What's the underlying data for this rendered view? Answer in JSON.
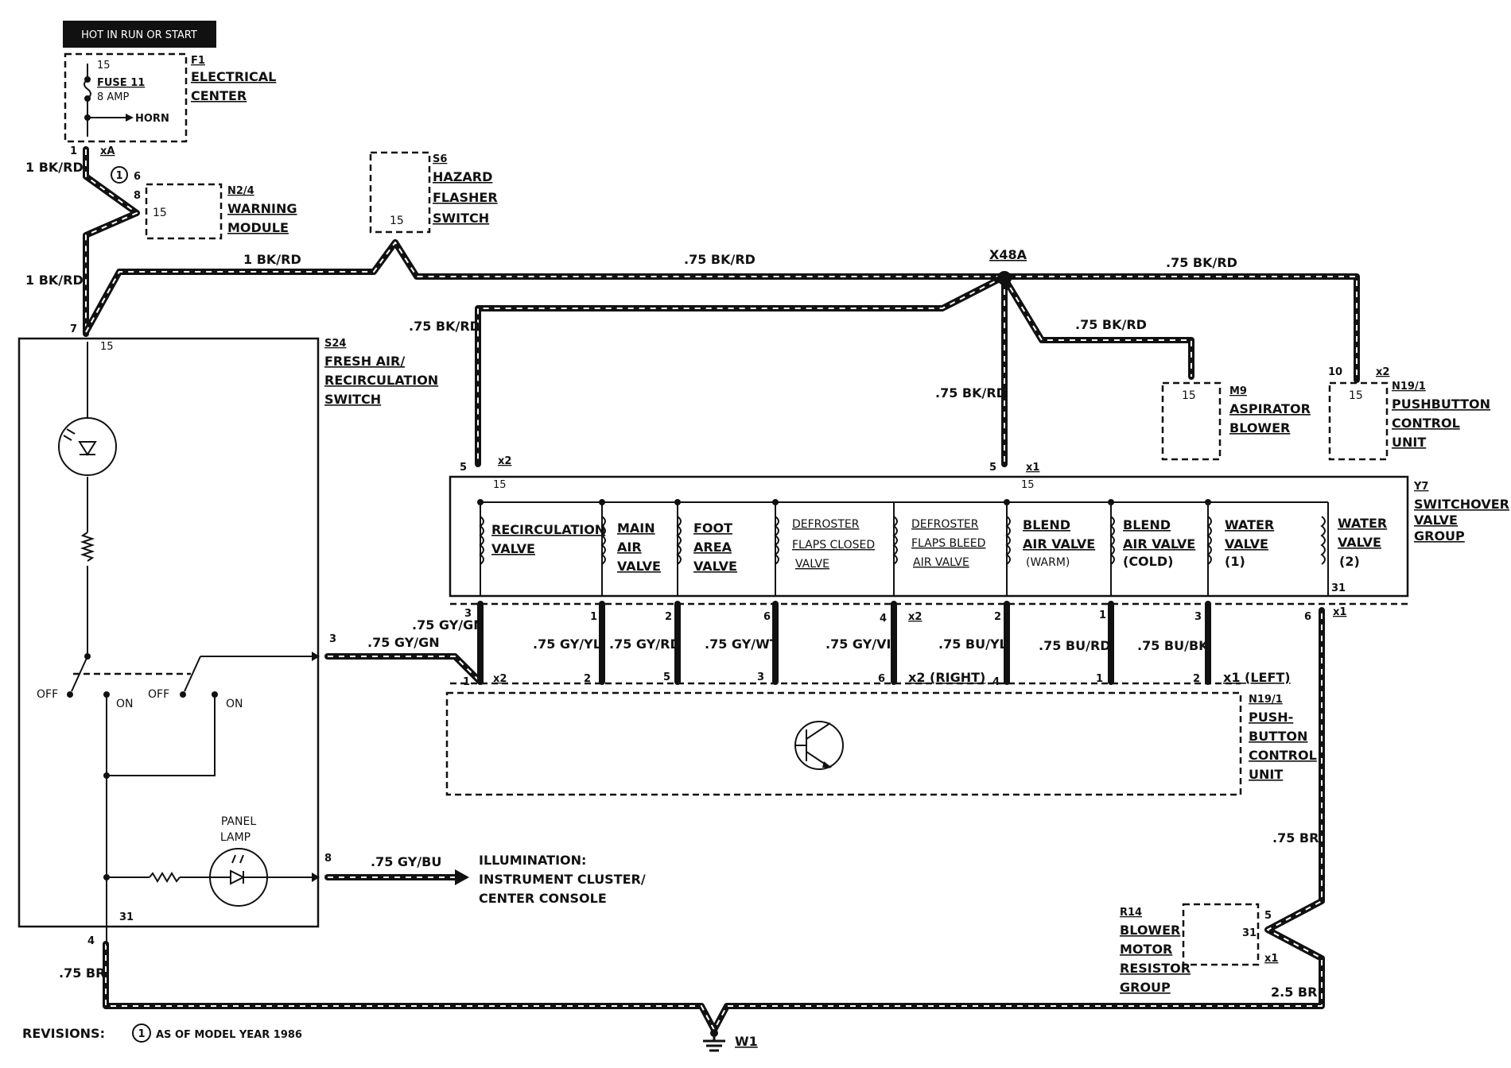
{
  "header": {
    "label": "HOT IN RUN OR START"
  },
  "f1": {
    "pin": "15",
    "fuse": "FUSE 11",
    "amp": "8 AMP",
    "horn": "HORN",
    "id": "F1",
    "name1": "ELECTRICAL",
    "name2": "CENTER"
  },
  "n24": {
    "id": "N2/4",
    "name1": "WARNING",
    "name2": "MODULE",
    "pin": "15",
    "p6": "6",
    "p8": "8",
    "rev": "1"
  },
  "s6": {
    "id": "S6",
    "name1": "HAZARD",
    "name2": "FLASHER",
    "name3": "SWITCH",
    "pin": "15"
  },
  "s24": {
    "id": "S24",
    "name1": "FRESH AIR/",
    "name2": "RECIRCULATION",
    "name3": "SWITCH",
    "p15": "15",
    "p31": "31",
    "off1": "OFF",
    "on1": "ON",
    "off2": "OFF",
    "on2": "ON",
    "lamp1": "PANEL",
    "lamp2": "LAMP"
  },
  "conn": {
    "xA": "xA",
    "p1": "1",
    "p7": "7",
    "p4": "4",
    "p3": "3",
    "p8": "8",
    "x48a": "X48A"
  },
  "wires": {
    "w1": "1 BK/RD",
    "w2": "1 BK/RD",
    "w3": "1 BK/RD",
    "w4": ".75 BK/RD",
    "w5": ".75 BK/RD",
    "w6": ".75 BK/RD",
    "w7": ".75 BK/RD",
    "w8": ".75 BK/RD",
    "gygn1": ".75 GY/GN",
    "gygn2": ".75 GY/GN",
    "gybu": ".75 GY/BU",
    "br1": ".75 BR",
    "br2": ".75 BR",
    "br3": "2.5 BR",
    "gyyl": ".75 GY/YL",
    "gyrd": ".75 GY/RD",
    "gywt": ".75 GY/WT",
    "gyvi": ".75 GY/VI",
    "buyl": ".75 BU/YL",
    "burd": ".75 BU/RD",
    "bubk": ".75 BU/BK"
  },
  "illum": {
    "l1": "ILLUMINATION:",
    "l2": "INSTRUMENT CLUSTER/",
    "l3": "CENTER CONSOLE"
  },
  "m9": {
    "id": "M9",
    "name1": "ASPIRATOR",
    "name2": "BLOWER",
    "pin": "15"
  },
  "n191top": {
    "id": "N19/1",
    "name1": "PUSHBUTTON",
    "name2": "CONTROL",
    "name3": "UNIT",
    "pin": "15",
    "p10": "10",
    "x2": "x2"
  },
  "y7": {
    "id": "Y7",
    "name1": "SWITCHOVER",
    "name2": "VALVE",
    "name3": "GROUP",
    "p15a": "15",
    "p15b": "15",
    "p31": "31",
    "p5a": "5",
    "p5b": "5",
    "x2": "x2",
    "x1": "x1",
    "v1a": "RECIRCULATION",
    "v1b": "VALVE",
    "v2a": "MAIN",
    "v2b": "AIR",
    "v2c": "VALVE",
    "v3a": "FOOT",
    "v3b": "AREA",
    "v3c": "VALVE",
    "v4a": "DEFROSTER",
    "v4b": "FLAPS CLOSED",
    "v4c": "VALVE",
    "v5a": "DEFROSTER",
    "v5b": "FLAPS BLEED",
    "v5c": "AIR VALVE",
    "v6a": "BLEND",
    "v6b": "AIR VALVE",
    "v6c": "(WARM)",
    "v7a": "BLEND",
    "v7b": "AIR VALVE",
    "v7c": "(COLD)",
    "v8a": "WATER",
    "v8b": "VALVE",
    "v8c": "(1)",
    "v9a": "WATER",
    "v9b": "VALVE",
    "v9c": "(2)"
  },
  "pins": {
    "t3": "3",
    "t1": "1",
    "t2": "2",
    "t6": "6",
    "t4": "4",
    "tx2": "x2",
    "t2b": "2",
    "t1b": "1",
    "t3b": "3",
    "t6b": "6",
    "tx1": "x1",
    "b1": "1",
    "bx2": "x2",
    "b2": "2",
    "b5": "5",
    "b3": "3",
    "b6": "6",
    "bright": "x2 (RIGHT)",
    "b4": "4",
    "b1b": "1",
    "b2b": "2",
    "bleft": "x1 (LEFT)"
  },
  "n191": {
    "id": "N19/1",
    "name1": "PUSH-",
    "name2": "BUTTON",
    "name3": "CONTROL",
    "name4": "UNIT"
  },
  "r14": {
    "id": "R14",
    "name1": "BLOWER",
    "name2": "MOTOR",
    "name3": "RESISTOR",
    "name4": "GROUP",
    "p31": "31",
    "p5": "5",
    "x1": "x1"
  },
  "ground": {
    "id": "W1"
  },
  "revisions": {
    "label": "REVISIONS:",
    "num": "1",
    "text": "AS OF MODEL YEAR 1986"
  }
}
